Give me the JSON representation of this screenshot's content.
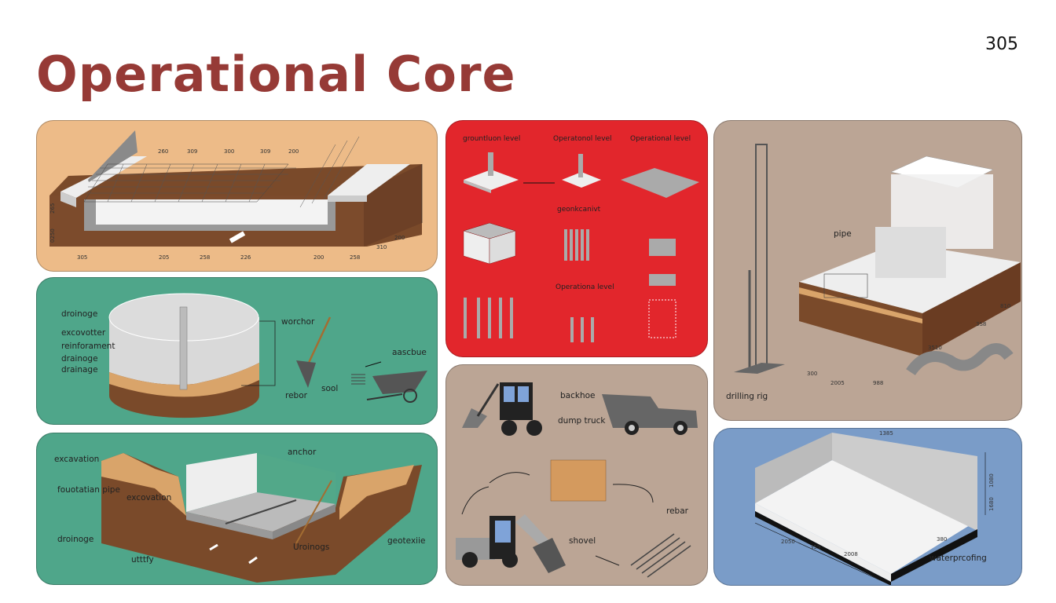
{
  "title": "Operational Core",
  "page_number": "305",
  "colors": {
    "title": "#963A36",
    "panel_orange": "#EDBB88",
    "panel_green": "#4FA68A",
    "panel_red": "#E2262C",
    "panel_tan": "#BBA595",
    "panel_blue": "#7A9CC8"
  },
  "panel1": {
    "top_dims": [
      "260",
      "309",
      "300",
      "309",
      "200"
    ],
    "bottom_dims": [
      "305",
      "205",
      "258",
      "226",
      "200",
      "258"
    ],
    "left_dims": [
      "265",
      "0250"
    ],
    "right_dims": [
      "200",
      "310"
    ]
  },
  "panel2": {
    "labels": [
      "droinoge",
      "excovotter",
      "reinforament",
      "drainoge",
      "drainage",
      "worchor",
      "aascbue",
      "sool",
      "rebor"
    ]
  },
  "panel3": {
    "labels": [
      "excavation",
      "fouotatian pipe",
      "excovation",
      "anchor",
      "droinoge",
      "utttfy",
      "Uroinogs",
      "geotexiie"
    ]
  },
  "panel4": {
    "labels": [
      "grountluon level",
      "Operatonol level",
      "Operational level",
      "geonkcanivt",
      "Operationa level"
    ]
  },
  "panel5": {
    "labels": [
      "backhoe",
      "dump truck",
      "rebar",
      "shovel"
    ]
  },
  "panel6": {
    "labels": [
      "pipe",
      "drilling rig"
    ],
    "dims": [
      "300",
      "2005",
      "988",
      "3510",
      "3S8",
      "810"
    ]
  },
  "panel7": {
    "labels": [
      "waterprcofing"
    ],
    "dims": [
      "1385",
      "1080",
      "1680",
      "2050",
      "359",
      "2008",
      "380"
    ]
  }
}
